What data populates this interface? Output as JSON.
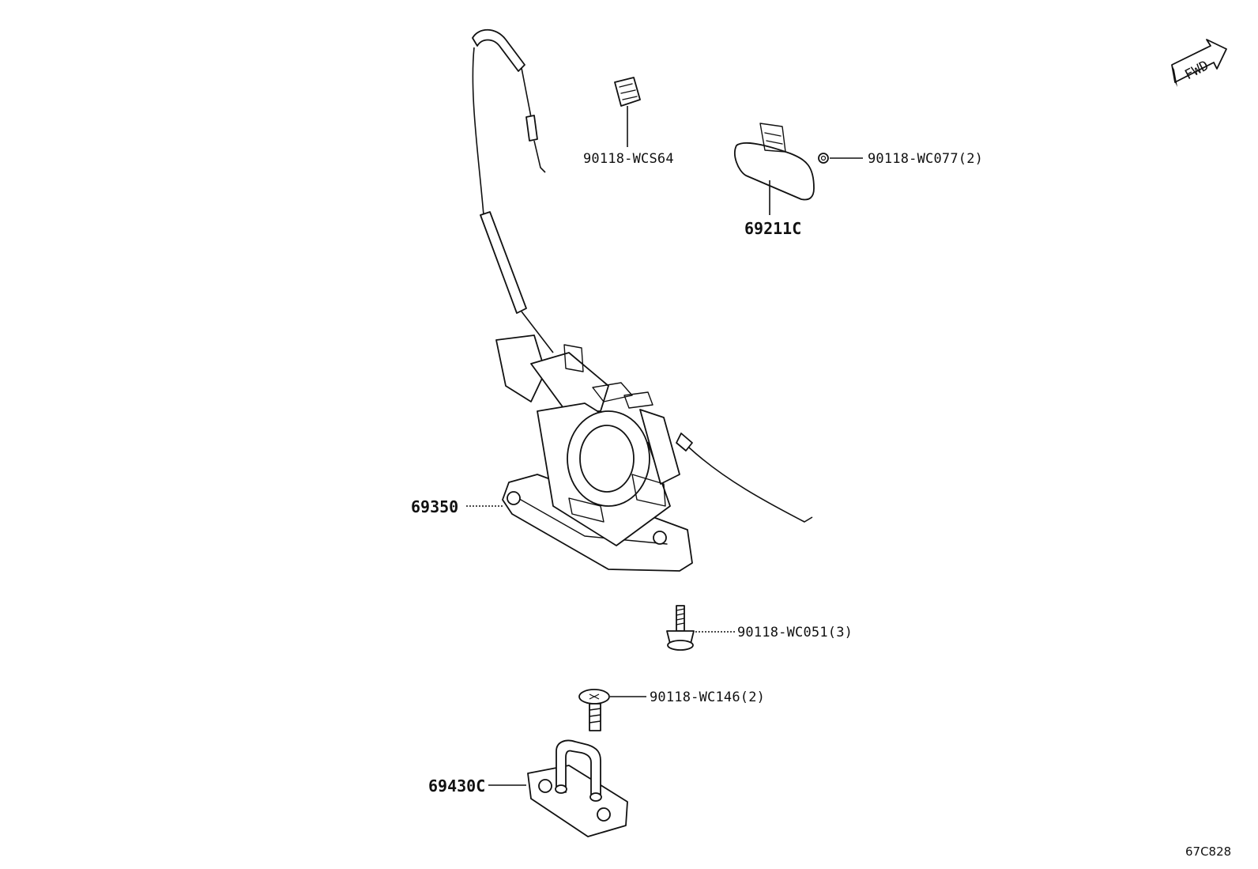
{
  "fwd_label": "FWD",
  "ref_code": "67C828",
  "callouts": [
    {
      "id": "clip",
      "part": "90118-WCS64"
    },
    {
      "id": "handle",
      "part": "69211C"
    },
    {
      "id": "nut",
      "part": "90118-WC077(2)"
    },
    {
      "id": "lock",
      "part": "69350"
    },
    {
      "id": "bolt",
      "part": "90118-WC051(3)"
    },
    {
      "id": "screw",
      "part": "90118-WC146(2)"
    },
    {
      "id": "striker",
      "part": "69430C"
    }
  ]
}
